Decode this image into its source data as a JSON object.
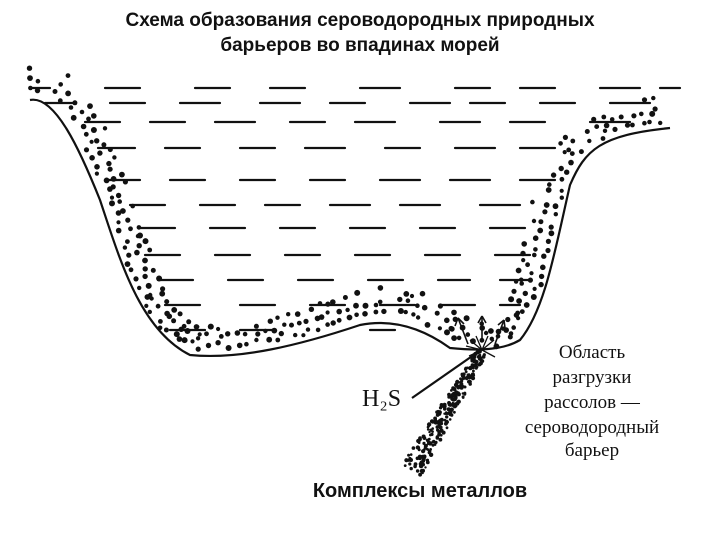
{
  "title": {
    "line1": "Схема образования сероводородных природных",
    "line2": "барьеров во впадинах морей"
  },
  "labels": {
    "h2s": "H₂S",
    "zone_line1": "Область",
    "zone_line2": "разгрузки",
    "zone_line3": "рассолов —",
    "zone_line4": "сероводородный",
    "zone_line5": "барьер",
    "metals": "Комплексы металлов"
  },
  "colors": {
    "ink": "#111111",
    "background": "#ffffff"
  }
}
